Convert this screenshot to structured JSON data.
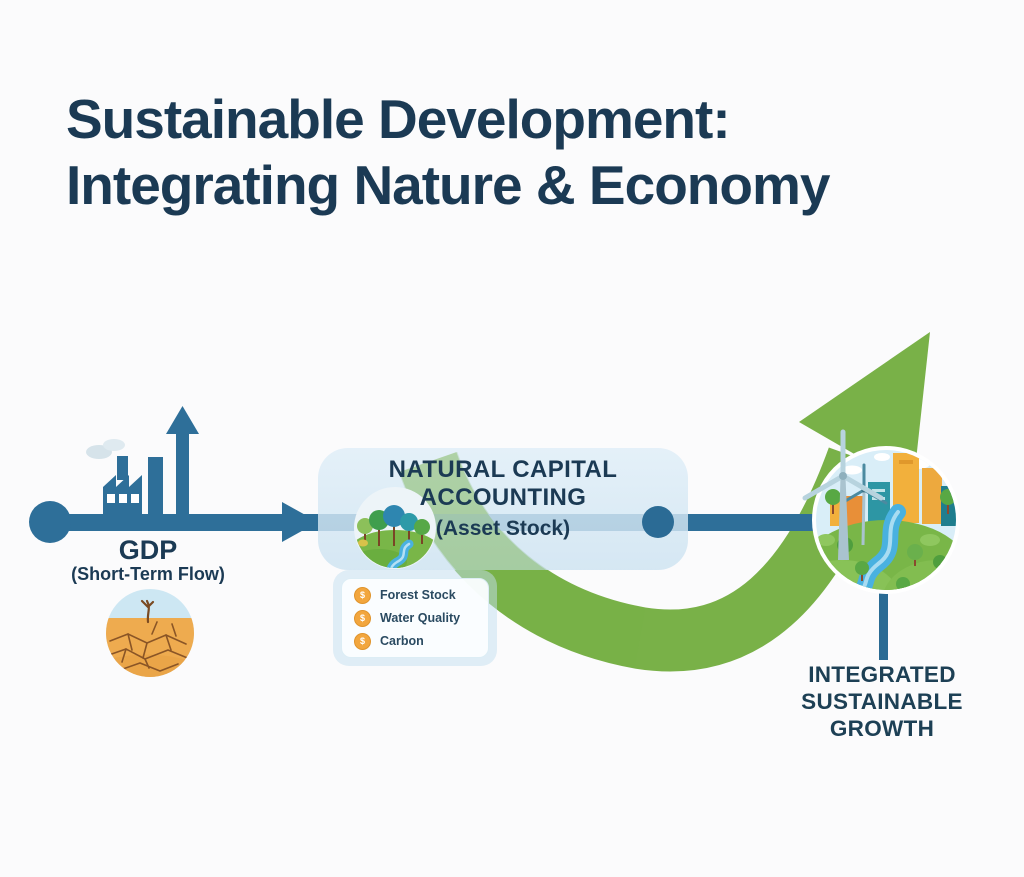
{
  "title": {
    "line1": "Sustainable Development:",
    "line2": "Integrating Nature & Economy"
  },
  "flow": {
    "gdp": {
      "label": "GDP",
      "sublabel": "(Short-Term Flow)",
      "icons": [
        "factory-icon",
        "growth-bars-icon",
        "cracked-earth-icon"
      ]
    },
    "natural_capital": {
      "title_line1": "NATURAL CAPITAL",
      "title_line2": "ACCOUNTING",
      "sublabel": "(Asset Stock)",
      "icon": "forest-river-icon",
      "legend": {
        "currency_symbol": "$",
        "items": [
          {
            "icon": "dollar-coin-icon",
            "label": "Forest Stock"
          },
          {
            "icon": "dollar-coin-icon",
            "label": "Water Quality"
          },
          {
            "icon": "dollar-coin-icon",
            "label": "Carbon"
          }
        ]
      }
    },
    "outcome": {
      "lines": [
        "INTEGRATED",
        "SUSTAINABLE",
        "GROWTH"
      ],
      "icons": [
        "green-growth-arrow-icon",
        "sustainable-city-icon",
        "wind-turbine-icon"
      ]
    }
  },
  "colors": {
    "navy_text": "#1b3a54",
    "steel_blue": "#2e6f99",
    "arrow_green": "#79b148",
    "panel_blue": "#d9e8f3",
    "coin_orange": "#f2a63e",
    "earth_orange": "#eeab4f",
    "river_blue": "#49b1e0"
  }
}
